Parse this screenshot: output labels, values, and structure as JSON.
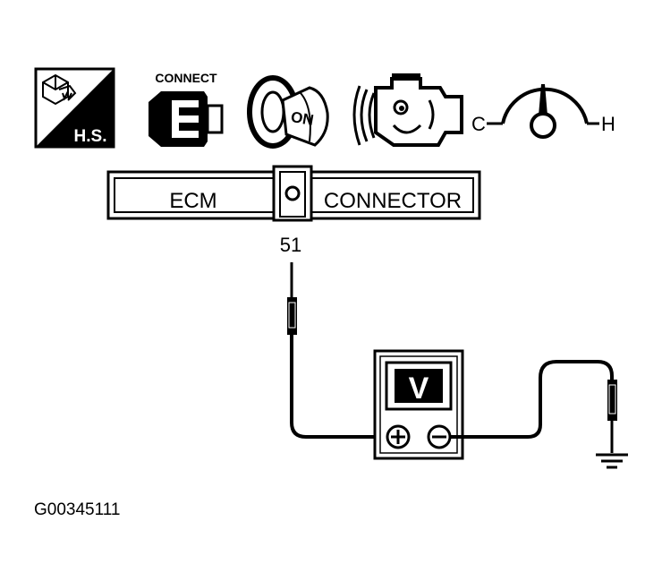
{
  "icons": {
    "hot_shutdown": {
      "label": "H.S."
    },
    "connect": {
      "label": "CONNECT"
    },
    "ignition": {
      "label": "ON"
    },
    "engine": {},
    "temperature_gauge": {
      "cold_label": "C",
      "hot_label": "H"
    }
  },
  "connector": {
    "left_label": "ECM",
    "right_label": "CONNECTOR",
    "pin_number": "51"
  },
  "voltmeter": {
    "display": "V"
  },
  "figure_id": "G00345111",
  "colors": {
    "ink": "#000000",
    "paper": "#ffffff"
  }
}
